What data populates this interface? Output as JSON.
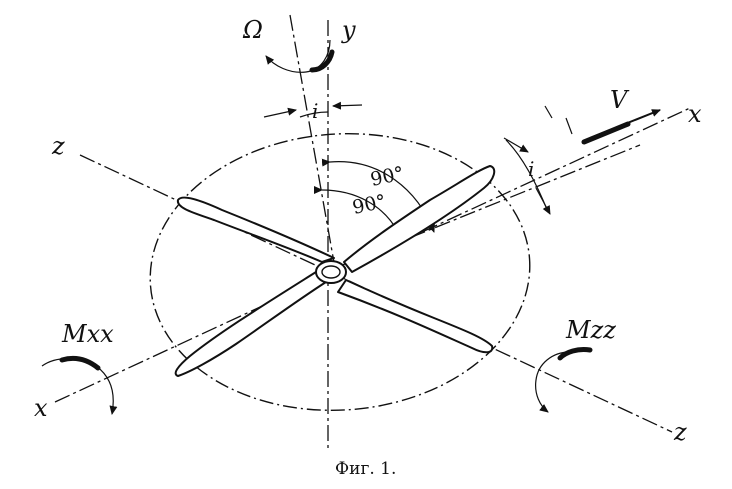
{
  "labels": {
    "omega": "Ω",
    "y_axis": "y",
    "z_axis_top": "z",
    "x_axis_right": "x",
    "velocity": "V",
    "angle_i_top": "i",
    "angle_i_right": "i",
    "angle_90_outer": "90°",
    "angle_90_inner": "90°",
    "moment_xx": "Mxx",
    "moment_zz": "Mzz",
    "x_axis_left": "x",
    "z_axis_bottom": "z"
  },
  "caption": "Фиг. 1."
}
